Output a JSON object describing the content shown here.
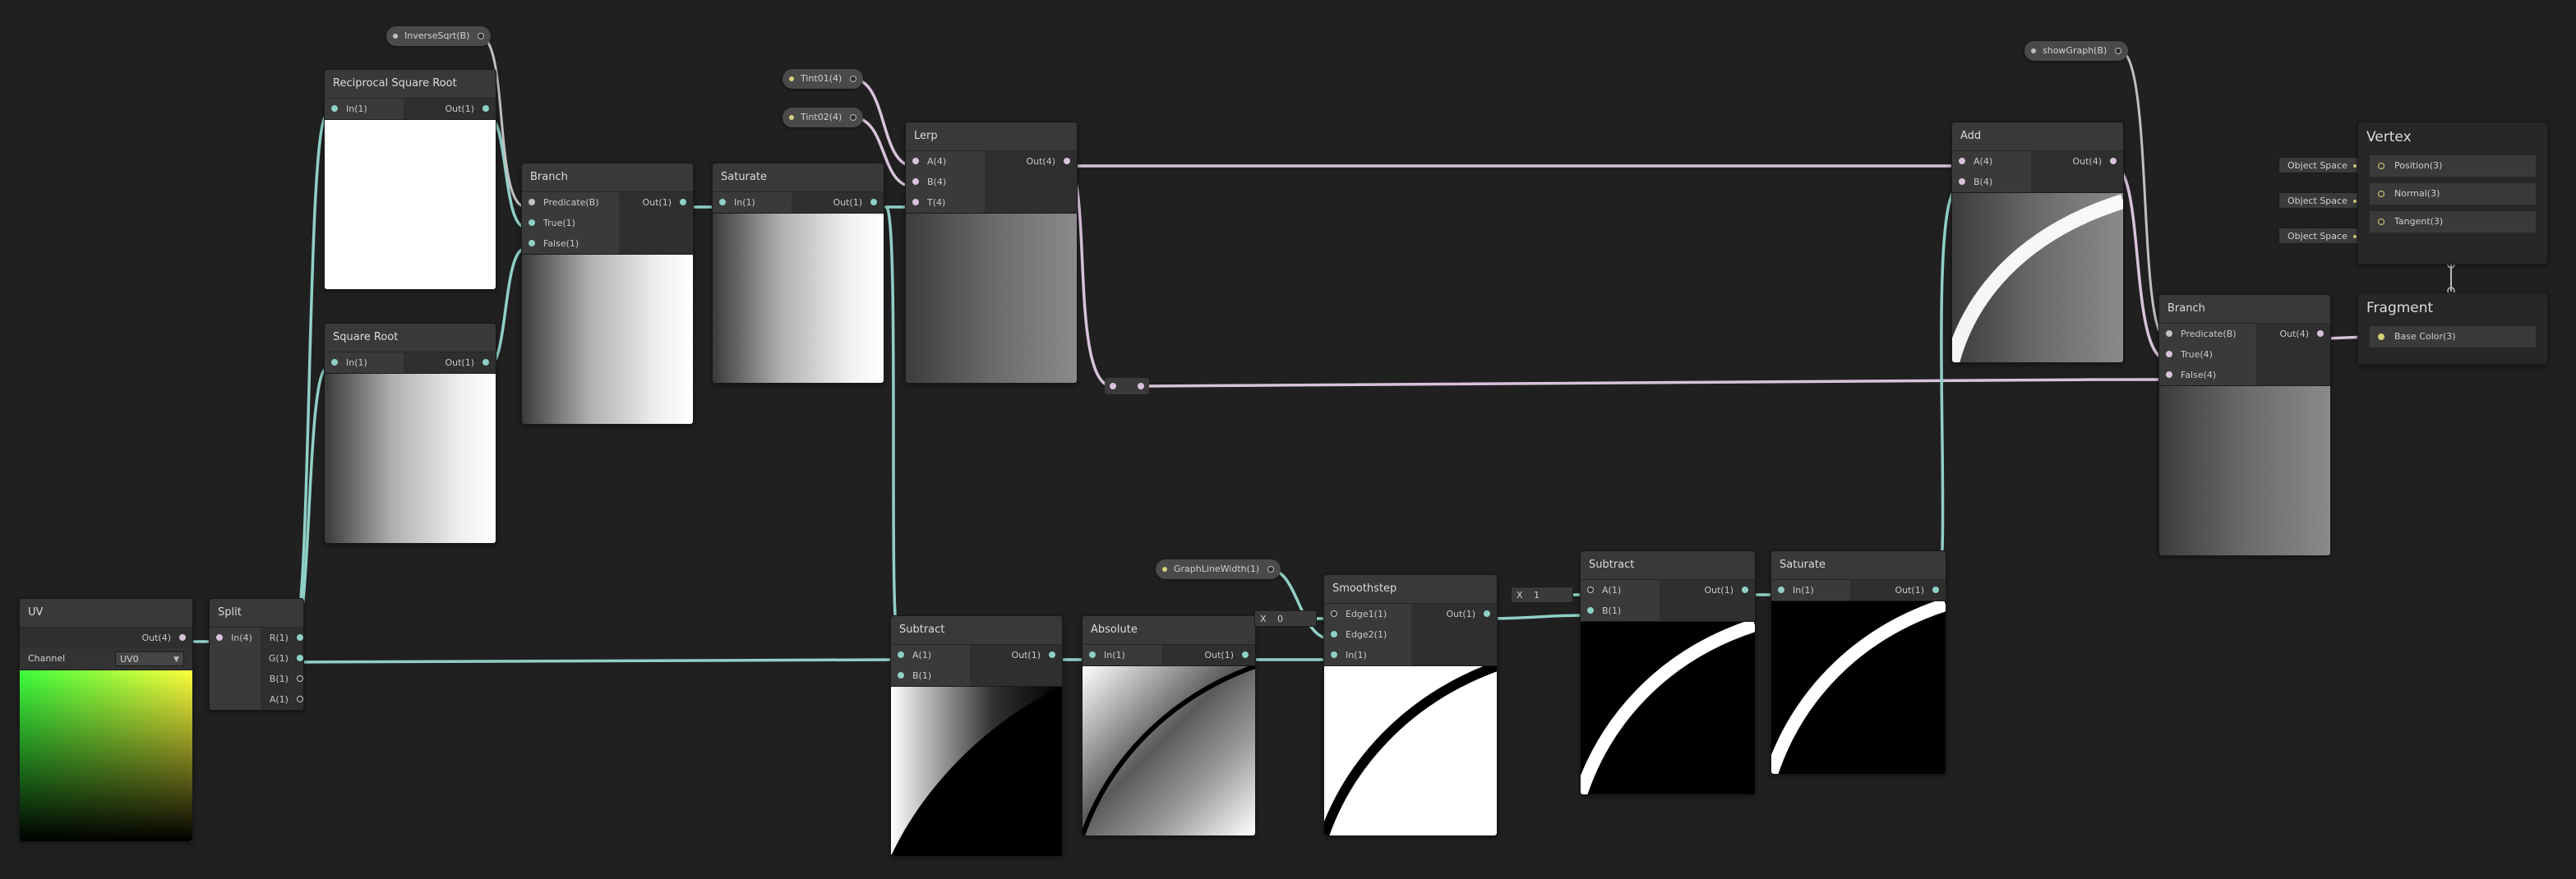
{
  "nodes": {
    "uv": {
      "title": "UV",
      "out": "Out(4)",
      "channel_label": "Channel",
      "channel_value": "UV0"
    },
    "split": {
      "title": "Split",
      "in": "In(4)",
      "outs": [
        "R(1)",
        "G(1)",
        "B(1)",
        "A(1)"
      ]
    },
    "rsqrt": {
      "title": "Reciprocal Square Root",
      "in": "In(1)",
      "out": "Out(1)"
    },
    "sqrt": {
      "title": "Square Root",
      "in": "In(1)",
      "out": "Out(1)"
    },
    "branch1": {
      "title": "Branch",
      "ins": [
        "Predicate(B)",
        "True(1)",
        "False(1)"
      ],
      "out": "Out(1)"
    },
    "saturate1": {
      "title": "Saturate",
      "in": "In(1)",
      "out": "Out(1)"
    },
    "lerp": {
      "title": "Lerp",
      "ins": [
        "A(4)",
        "B(4)",
        "T(4)"
      ],
      "out": "Out(4)"
    },
    "add": {
      "title": "Add",
      "ins": [
        "A(4)",
        "B(4)"
      ],
      "out": "Out(4)"
    },
    "branch2": {
      "title": "Branch",
      "ins": [
        "Predicate(B)",
        "True(4)",
        "False(4)"
      ],
      "out": "Out(4)"
    },
    "subtract1": {
      "title": "Subtract",
      "ins": [
        "A(1)",
        "B(1)"
      ],
      "out": "Out(1)"
    },
    "absolute": {
      "title": "Absolute",
      "in": "In(1)",
      "out": "Out(1)"
    },
    "smoothstep": {
      "title": "Smoothstep",
      "ins": [
        "Edge1(1)",
        "Edge2(1)",
        "In(1)"
      ],
      "out": "Out(1)",
      "x_label": "X",
      "x_value": "0"
    },
    "subtract2": {
      "title": "Subtract",
      "ins": [
        "A(1)",
        "B(1)"
      ],
      "out": "Out(1)",
      "x_label": "X",
      "x_value": "1"
    },
    "saturate2": {
      "title": "Saturate",
      "in": "In(1)",
      "out": "Out(1)"
    }
  },
  "properties": {
    "inverse_sqrt": "InverseSqrt(B)",
    "tint01": "Tint01(4)",
    "tint02": "Tint02(4)",
    "show_graph": "showGraph(B)",
    "graph_line_width": "GraphLineWidth(1)"
  },
  "master": {
    "vertex_title": "Vertex",
    "vertex_ports": [
      "Position(3)",
      "Normal(3)",
      "Tangent(3)"
    ],
    "space_label": "Object Space",
    "fragment_title": "Fragment",
    "fragment_ports": [
      "Base Color(3)"
    ]
  },
  "colors": {
    "float_wire": "#8fd0c6",
    "vector_wire": "#d9c2db",
    "background": "#202020"
  }
}
